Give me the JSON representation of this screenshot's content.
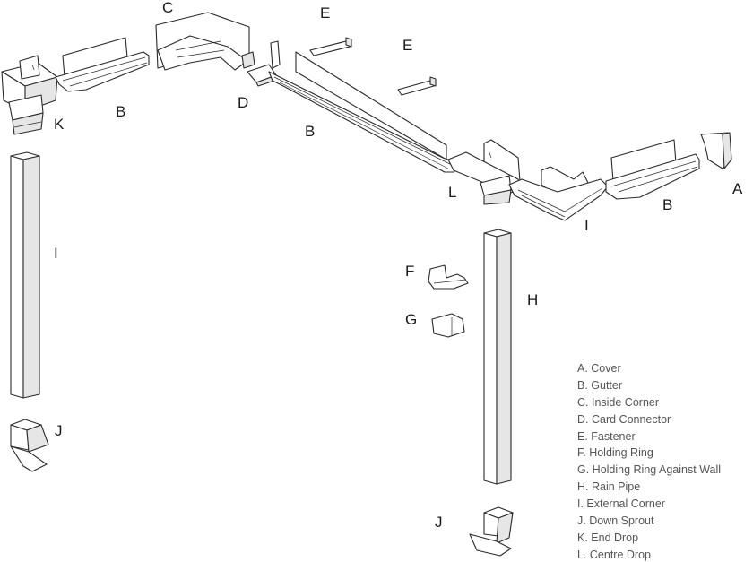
{
  "labels": {
    "c": "C",
    "e1": "E",
    "e2": "E",
    "k": "K",
    "b1": "B",
    "d": "D",
    "b2": "B",
    "l": "L",
    "i1": "I",
    "b3": "B",
    "a": "A",
    "i2": "I",
    "f": "F",
    "g": "G",
    "h": "H",
    "j1": "J",
    "j2": "J"
  },
  "legend": [
    "A. Cover",
    "B. Gutter",
    "C. Inside Corner",
    "D. Card Connector",
    "E. Fastener",
    "F. Holding Ring",
    "G. Holding Ring Against Wall",
    "H. Rain Pipe",
    "I. External Corner",
    "J.  Down Sprout",
    "K. End Drop",
    "L. Centre Drop"
  ]
}
